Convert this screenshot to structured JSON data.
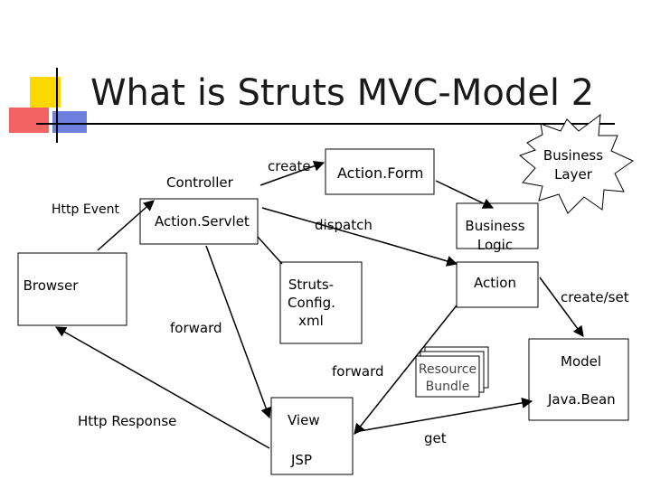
{
  "title": "What is Struts MVC-Model 2",
  "diagram": {
    "browser": "Browser",
    "controller": "Controller",
    "action_servlet": "Action.Servlet",
    "http_event": "Http Event",
    "http_response": "Http Response",
    "forward_left": "forward",
    "create": "create",
    "action_form": "Action.Form",
    "dispatch": "dispatch",
    "struts_config": [
      "Struts-",
      "Config.",
      "xml"
    ],
    "forward_right": "forward",
    "view": "View",
    "jsp": "JSP",
    "get": "get",
    "resource_bundle": [
      "Resource",
      "Bundle"
    ],
    "business_logic": [
      "Business",
      "Logic"
    ],
    "action": "Action",
    "business_layer": [
      "Business",
      "Layer"
    ],
    "create_set": "create/set",
    "model": "Model",
    "java_bean": "Java.Bean"
  }
}
